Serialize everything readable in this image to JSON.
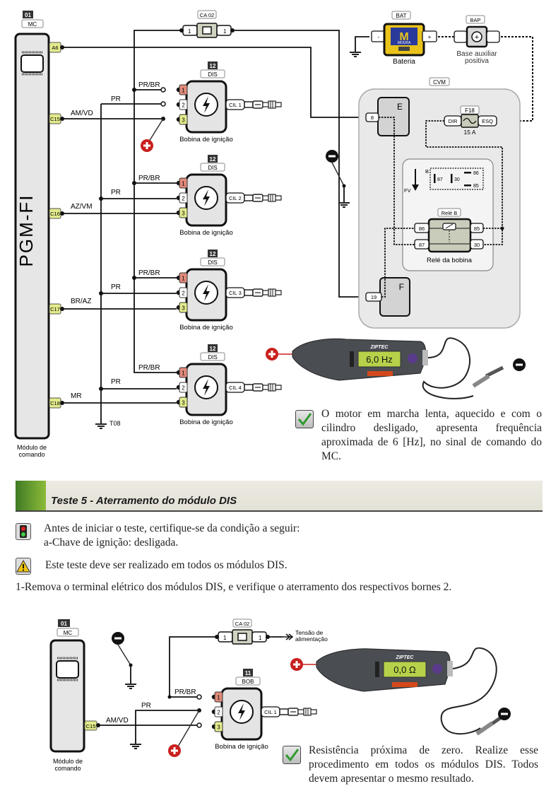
{
  "diagram1": {
    "mc": {
      "num": "01",
      "code": "MC",
      "name": "PGM-FI",
      "caption_l1": "Módulo de",
      "caption_l2": "comando",
      "pins": [
        "A6",
        "C15",
        "C16",
        "C17",
        "C18"
      ]
    },
    "ca02": {
      "code": "CA 02",
      "pin_left": "1",
      "pin_right": "1"
    },
    "battery": {
      "code": "BAT",
      "caption": "Bateria",
      "neg": "-",
      "pos": "+",
      "brand": "MOURA"
    },
    "bap": {
      "code": "BAP",
      "caption_l1": "Base auxiliar",
      "caption_l2": "positiva"
    },
    "cvm": {
      "code": "CVM",
      "e_label": "E",
      "e_pin": "8",
      "f_label": "F",
      "f_pin": "19",
      "fuse": {
        "code": "F18",
        "left": "DIR",
        "right": "ESQ",
        "rating": "15 A"
      },
      "relay": {
        "code": "Relé B",
        "caption": "Relé da bobina",
        "pins": [
          "86",
          "87",
          "85",
          "30"
        ],
        "legend": {
          "b": "B",
          "fv": "FV",
          "p87": "87",
          "p30": "30",
          "p86": "86",
          "p85": "85"
        }
      }
    },
    "coils": [
      {
        "num": "12",
        "code": "DIS",
        "caption": "Bobina de ignição",
        "cil": "CIL 1",
        "w1": "PR/BR",
        "w2": "PR",
        "w3": "AM/VD",
        "pin": "C15"
      },
      {
        "num": "12",
        "code": "DIS",
        "caption": "Bobina de ignição",
        "cil": "CIL 2",
        "w1": "PR/BR",
        "w2": "PR",
        "w3": "AZ/VM",
        "pin": "C16"
      },
      {
        "num": "12",
        "code": "DIS",
        "caption": "Bobina de ignição",
        "cil": "CIL 3",
        "w1": "PR/BR",
        "w2": "PR",
        "w3": "BR/AZ",
        "pin": "C17"
      },
      {
        "num": "12",
        "code": "DIS",
        "caption": "Bobina de ignição",
        "cil": "CIL 4",
        "w1": "PR/BR",
        "w2": "PR",
        "w3": "MR",
        "pin": "C18"
      }
    ],
    "coil_pins": [
      "1",
      "2",
      "3"
    ],
    "ground": "T08",
    "meter": {
      "brand": "ZIPTEC",
      "reading": "6,0 Hz"
    },
    "result": "O motor em marcha lenta, aquecido e com o cilindro desligado, apresenta frequência aproximada de 6 [Hz], no sinal de comando do MC."
  },
  "section": {
    "title": "Teste 5 - Aterramento do módulo DIS",
    "precondition_l1": "Antes de iniciar o teste, certifique-se da condição a seguir:",
    "precondition_l2": "a-Chave de ignição: desligada.",
    "warning": "Este teste deve ser realizado em todos os módulos DIS.",
    "step1": "1-Remova o terminal elétrico dos módulos DIS, e verifique o aterramento dos respectivos bornes 2."
  },
  "diagram2": {
    "mc": {
      "num": "01",
      "code": "MC",
      "pin": "C15",
      "caption_l1": "Módulo de",
      "caption_l2": "comando"
    },
    "ca02": {
      "code": "CA 02",
      "pin_left": "1",
      "pin_right": "1"
    },
    "supply_l1": "Tensão de",
    "supply_l2": "alimentação",
    "coil": {
      "num": "11",
      "code": "BOB",
      "caption": "Bobina de ignição",
      "cil": "CIL 1",
      "w1": "PR/BR",
      "w2": "PR",
      "w3": "AM/VD"
    },
    "meter": {
      "brand": "ZIPTEC",
      "reading": "0,0 Ω"
    },
    "result": "Resistência próxima de zero. Realize esse procedimento em todos os módulos DIS. Todos devem apresentar o mesmo resultado."
  }
}
